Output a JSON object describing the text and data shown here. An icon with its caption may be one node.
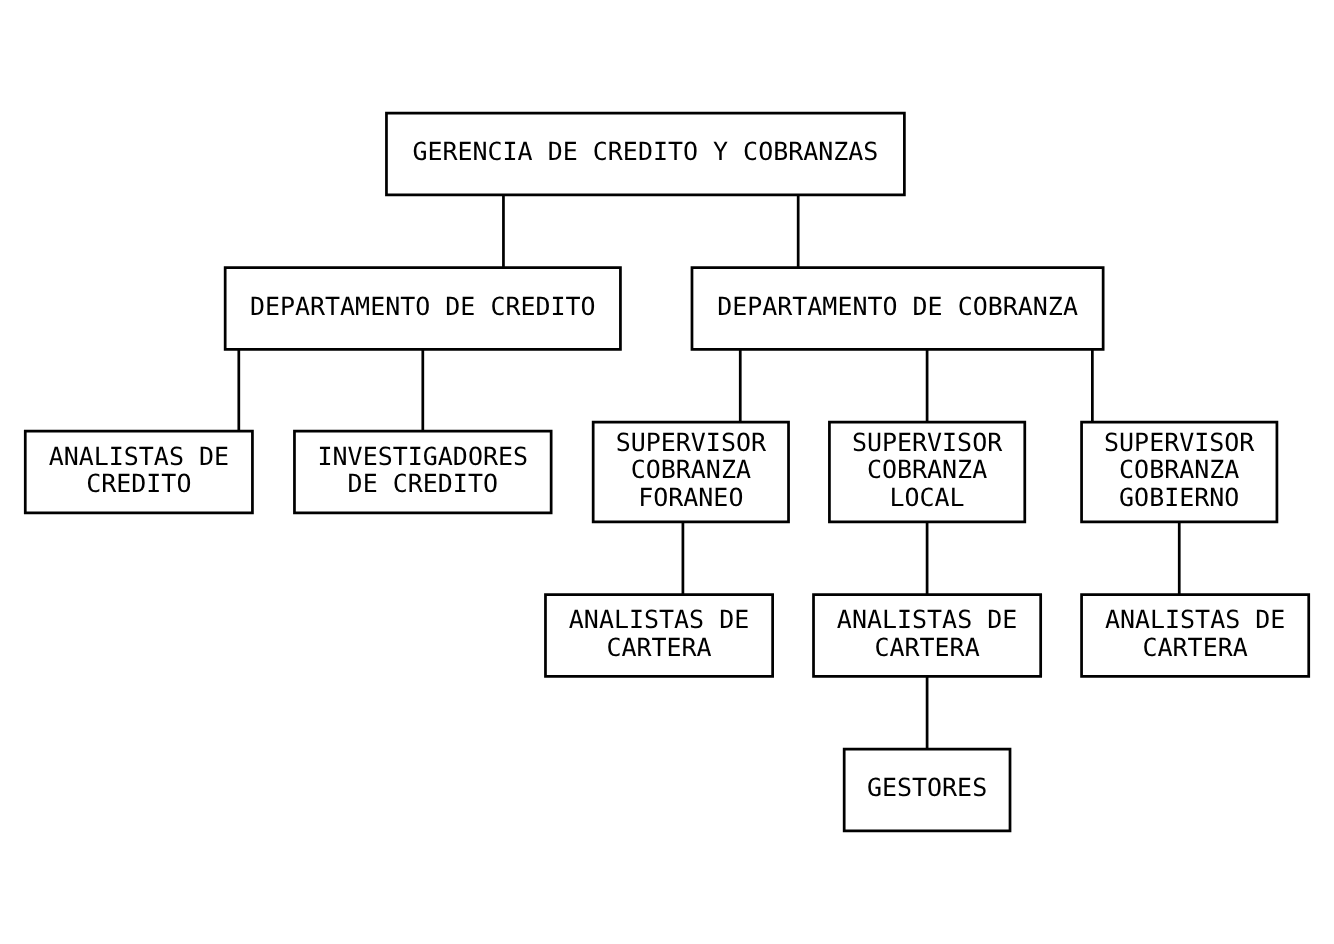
{
  "diagram": {
    "nodes": [
      {
        "text": [
          "GERENCIA DE CREDITO Y COBRANZAS"
        ]
      },
      {
        "text": [
          "DEPARTAMENTO DE CREDITO"
        ]
      },
      {
        "text": [
          "DEPARTAMENTO DE COBRANZA"
        ]
      },
      {
        "text": [
          "ANALISTAS DE CREDITO"
        ]
      },
      {
        "text": [
          "INVESTIGADORES DE CREDITO"
        ]
      },
      {
        "text": [
          "SUPERVISOR COBRANZA FORANEO"
        ]
      },
      {
        "text": [
          "SUPERVISOR COBRANZA LOCAL"
        ]
      },
      {
        "text": [
          "SUPERVISOR COBRANZA GOBIERNO"
        ]
      },
      {
        "text": [
          "ANALISTAS DE CARTERA"
        ]
      },
      {
        "text": [
          "ANALISTAS DE CARTERA"
        ]
      },
      {
        "text": [
          "ANALISTAS DE CARTERA"
        ]
      },
      {
        "text": [
          "GESTORES"
        ]
      }
    ],
    "edges": [
      {
        "from": 0,
        "to": 1,
        "arrow": "none"
      },
      {
        "from": 0,
        "to": 2,
        "arrow": "none"
      },
      {
        "from": 1,
        "to": 3,
        "arrow": "none"
      },
      {
        "from": 1,
        "to": 4,
        "arrow": "none"
      },
      {
        "from": 2,
        "to": 5,
        "arrow": "none"
      },
      {
        "from": 2,
        "to": 6,
        "arrow": "none"
      },
      {
        "from": 2,
        "to": 7,
        "arrow": "none"
      },
      {
        "from": 5,
        "to": 8,
        "arrow": "none"
      },
      {
        "from": 6,
        "to": 9,
        "arrow": "none"
      },
      {
        "from": 7,
        "to": 10,
        "arrow": "none"
      },
      {
        "from": 9,
        "to": 11,
        "arrow": "none"
      }
    ]
  }
}
